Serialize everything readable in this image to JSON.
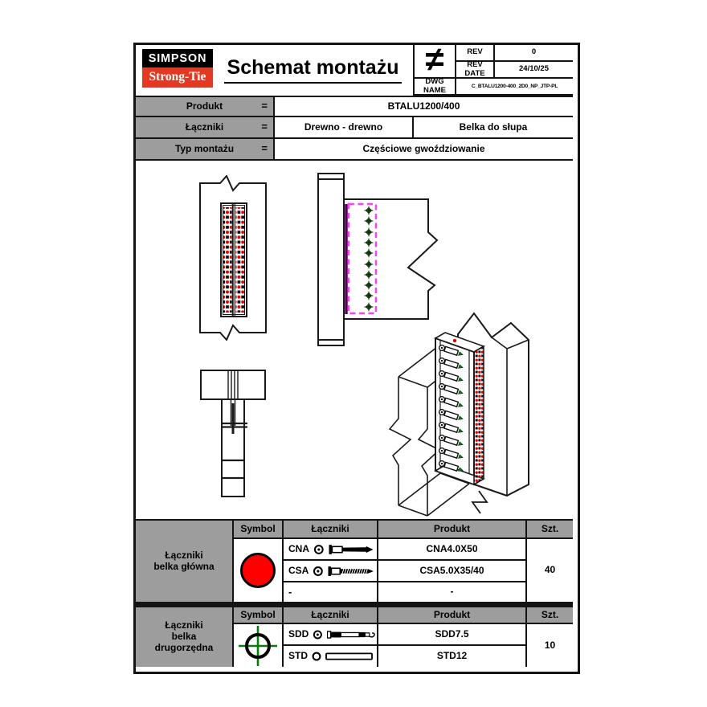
{
  "colors": {
    "logo_red": "#e23a22",
    "table_gray": "#9d9d9d",
    "symbol_red": "#ff0000",
    "marker_green": "#0a7a0a",
    "connector_outline_magenta": "#ff3cff",
    "fastener_red": "#e60000",
    "fastener_black": "#111111"
  },
  "header": {
    "logo_line1": "SIMPSON",
    "logo_line2": "Strong-Tie",
    "title": "Schemat montażu",
    "not_equal": "≠",
    "rev_label": "REV",
    "rev_value": "0",
    "rev_date_label": "REV DATE",
    "rev_date_value": "24/10/25",
    "dwg_name_label": "DWG NAME",
    "dwg_name_value": "C_BTALU1200-400_2D0_NP_JTP-PL"
  },
  "product_info": {
    "eq": "=",
    "rows": [
      {
        "label": "Produkt",
        "values": [
          "BTALU1200/400"
        ]
      },
      {
        "label": "Łączniki",
        "values": [
          "Drewno - drewno",
          "Belka do słupa"
        ]
      },
      {
        "label": "Typ montażu",
        "values": [
          "Częściowe gwoździowanie"
        ]
      }
    ]
  },
  "columns": {
    "symbol": "Symbol",
    "fasteners": "Łączniki",
    "product": "Produkt",
    "qty": "Szt."
  },
  "main_table": {
    "group_line1": "Łączniki",
    "group_line2": "belka główna",
    "symbol": "red-filled-circle",
    "rows": [
      {
        "code": "CNA",
        "marker": "target-dot",
        "icon": "nail",
        "product": "CNA4.0X50"
      },
      {
        "code": "CSA",
        "marker": "target-dot",
        "icon": "wood-screw",
        "product": "CSA5.0X35/40"
      },
      {
        "code": "-",
        "marker": "",
        "icon": "",
        "product": "-"
      }
    ],
    "qty": "40"
  },
  "secondary_table": {
    "group_line1": "Łączniki",
    "group_line2": "belka",
    "group_line3": "drugorzędna",
    "symbol": "green-crosshair-circle",
    "rows": [
      {
        "code": "SDD",
        "marker": "target-dot",
        "icon": "dowel-screw",
        "product": "SDD7.5"
      },
      {
        "code": "STD",
        "marker": "open-circle",
        "icon": "smooth-dowel",
        "product": "STD12"
      }
    ],
    "qty": "10"
  },
  "drawings": {
    "front_view": "post-elevation-with-connector-nail-pattern",
    "front_view_pattern": "two-columns-alternating-red-dots-black-squares",
    "side_view": "beam-side-elevation-with-hidden-connector",
    "side_view_fastener_count": 10,
    "top_view": "plan-view-of-beam-to-post-connection",
    "iso_view": "isometric-beam-to-post-connection",
    "iso_screw_count": 10
  }
}
